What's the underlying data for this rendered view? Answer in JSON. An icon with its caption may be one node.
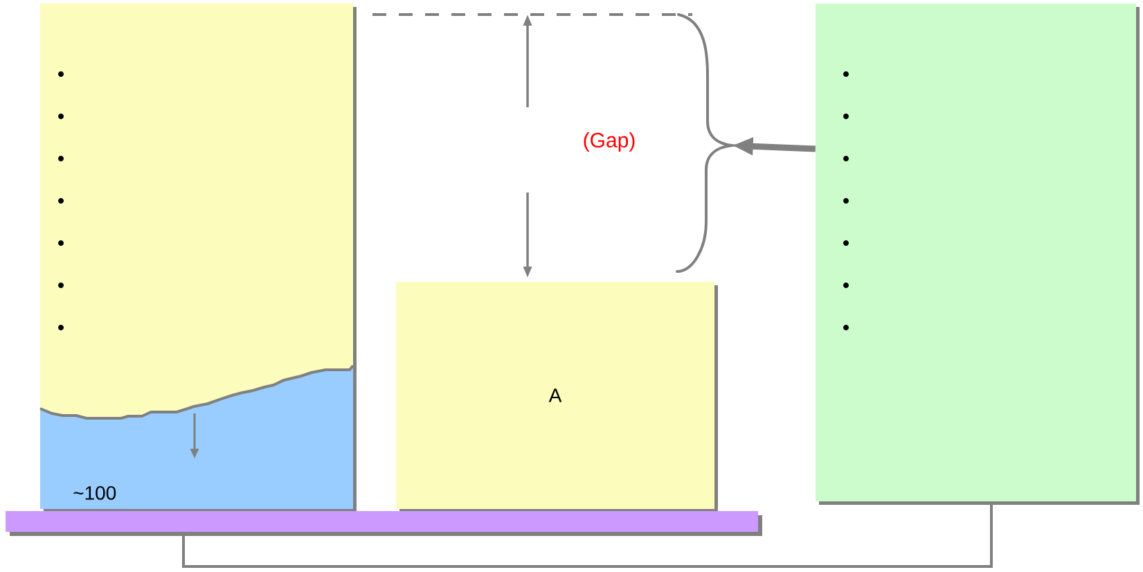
{
  "diagram": {
    "nodes": [
      {
        "text": [],
        "shape": "box"
      },
      {
        "text": [
          "~100"
        ],
        "in": 0
      },
      {
        "text": [
          "A"
        ]
      },
      {
        "text": [],
        "shape": "box"
      },
      {
        "text": [],
        "shape": "bar"
      },
      {
        "text": [],
        "shape": "brace"
      }
    ],
    "edges": [
      {
        "from": 4,
        "to": 3,
        "arrow": "none"
      },
      {
        "from": 3,
        "to": 5,
        "arrow": "to",
        "style": "thick"
      }
    ],
    "labels": [
      "(Gap)"
    ]
  }
}
